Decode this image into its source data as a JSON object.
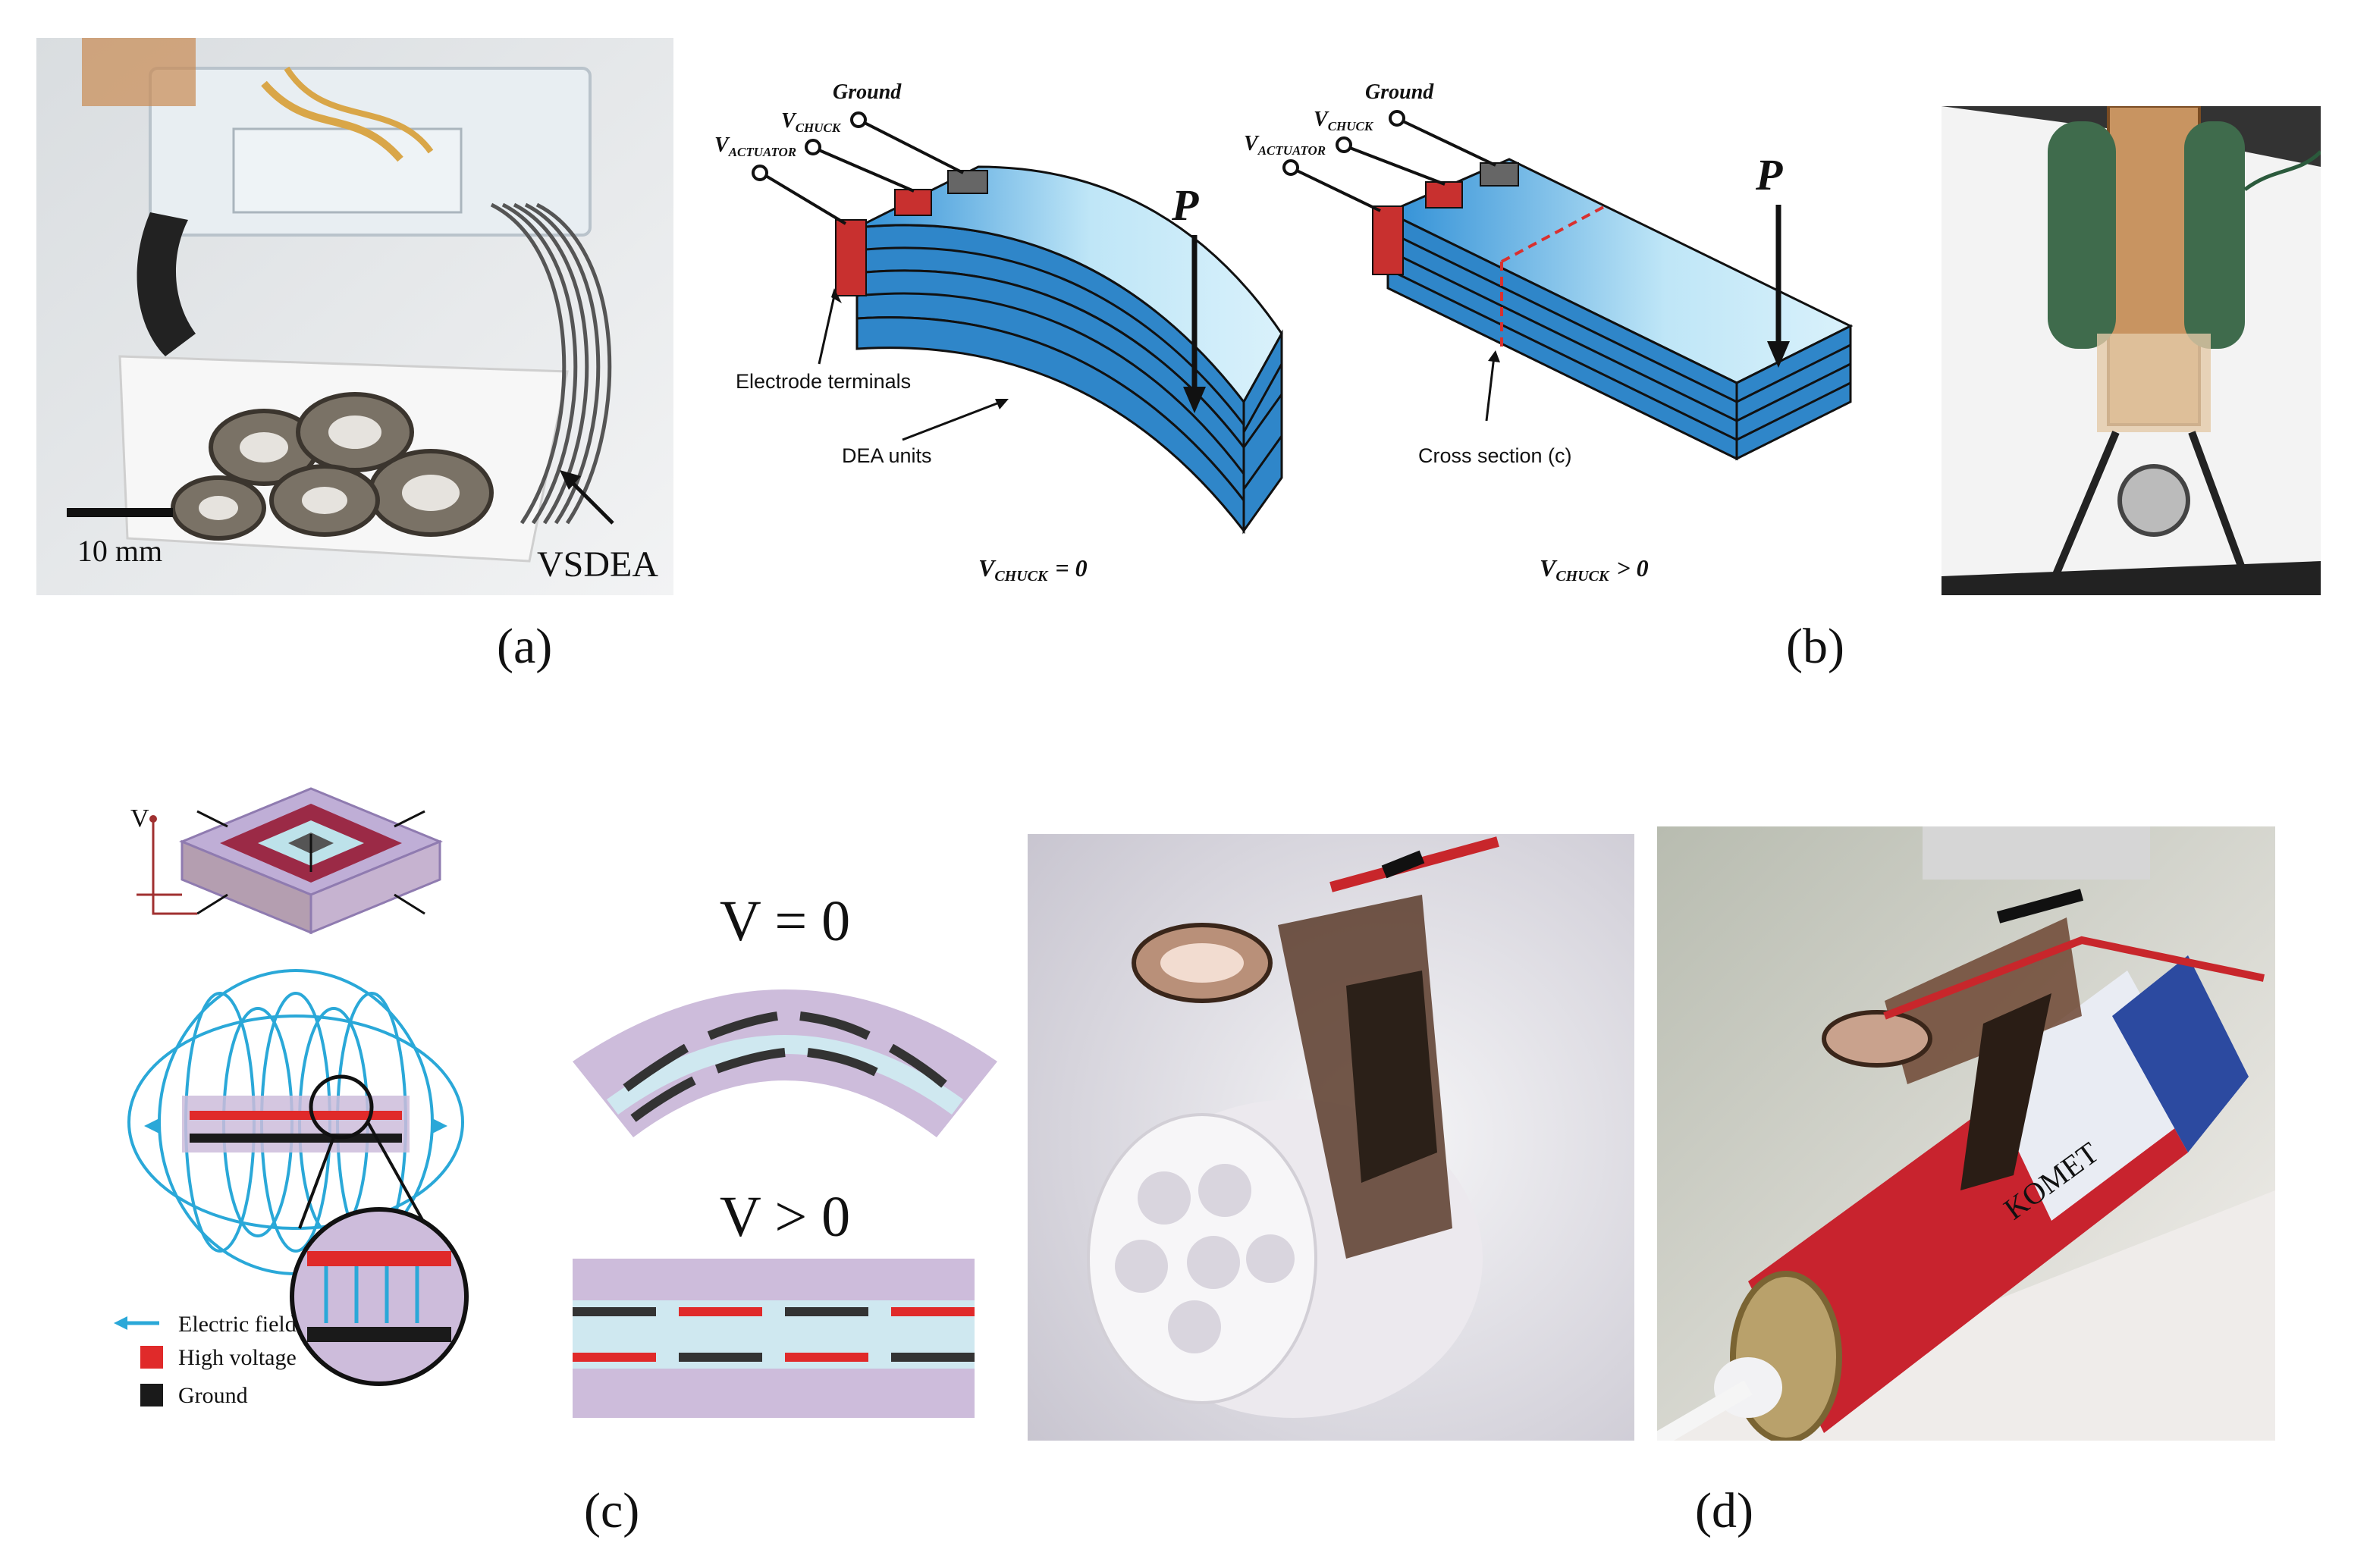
{
  "panel_labels": {
    "a": "(a)",
    "b": "(b)",
    "c": "(c)",
    "d": "(d)"
  },
  "panel_a": {
    "scale_bar_label": "10 mm",
    "callout_label": "VSDEA"
  },
  "panel_b": {
    "ground_label": "Ground",
    "v_chuck_main": "V",
    "v_chuck_sub": "CHUCK",
    "v_actuator_main": "V",
    "v_actuator_sub": "ACTUATOR",
    "load_label": "P",
    "electrode_terminals_label": "Electrode terminals",
    "dea_units_label": "DEA units",
    "cross_section_label": "Cross section (c)",
    "left_condition_main": "V",
    "left_condition_sub": "CHUCK",
    "left_condition_rel": "= 0",
    "right_condition_main": "V",
    "right_condition_sub": "CHUCK",
    "right_condition_rel": "> 0"
  },
  "panel_c": {
    "voltage_label": "V",
    "legend": {
      "electric_field": "Electric field",
      "high_voltage": "High voltage",
      "ground": "Ground"
    },
    "state_top": "V = 0",
    "state_bottom": "V > 0"
  },
  "panel_d": {
    "can_brand_label": "KOMET"
  },
  "colors": {
    "dea_blue": "#3a9ad9",
    "dea_light": "#bfe6f7",
    "terminal_red": "#c8302f",
    "terminal_gray": "#555555",
    "field_blue": "#2aa8d8",
    "elastomer_purple": "#cdbcdb",
    "electrode_light": "#cfe8f0",
    "high_voltage": "#e02a2a",
    "ground": "#1a1a1a"
  }
}
